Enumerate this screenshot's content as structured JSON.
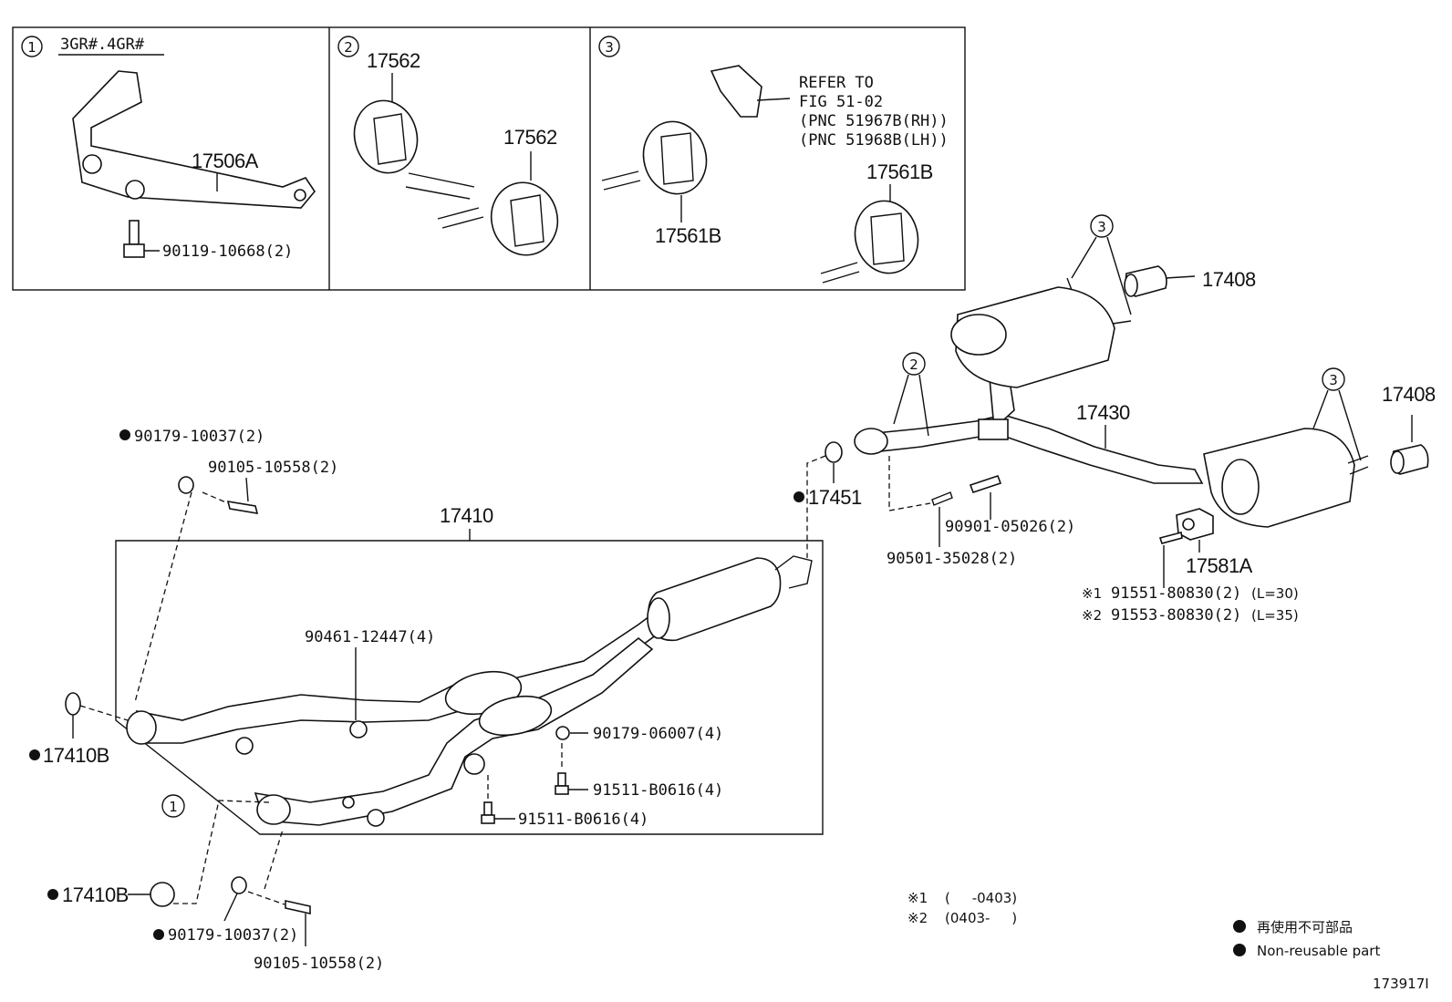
{
  "insets": [
    {
      "num": "1",
      "subtitle": "3GR#.4GR#",
      "parts": [
        "17506A",
        "90119-10668(2)"
      ]
    },
    {
      "num": "2",
      "parts": [
        "17562",
        "17562"
      ]
    },
    {
      "num": "3",
      "parts": [
        "17561B",
        "17561B"
      ],
      "refer": [
        "REFER TO",
        "FIG 51-02",
        "(PNC 51967B(RH))",
        "(PNC 51968B(LH))"
      ]
    }
  ],
  "main_labels": {
    "p17410": "17410",
    "p17410b_1": "17410B",
    "p17410b_2": "17410B",
    "p90179_10037_1": "90179-10037(2)",
    "p90179_10037_2": "90179-10037(2)",
    "p90105_1": "90105-10558(2)",
    "p90105_2": "90105-10558(2)",
    "p90461": "90461-12447(4)",
    "p90179_06007": "90179-06007(4)",
    "p91511_1": "91511-B0616(4)",
    "p91511_2": "91511-B0616(4)",
    "p17451": "17451",
    "p17430": "17430",
    "p17408_1": "17408",
    "p17408_2": "17408",
    "p90901": "90901-05026(2)",
    "p90501": "90501-35028(2)",
    "p17581a": "17581A",
    "p91551": "91551-80830(2)",
    "p91553": "91553-80830(2)",
    "l30": "(L=30)",
    "l35": "(L=35)",
    "mark1": "※1",
    "mark2": "※2",
    "callout1": "1",
    "callout2": "2",
    "callout3a": "3",
    "callout3b": "3"
  },
  "notes": {
    "n1_mark": "※1",
    "n1_text": "(     -0403)",
    "n2_mark": "※2",
    "n2_text": "(0403-     )"
  },
  "legend": {
    "jp": "再使用不可部品",
    "en": "Non-reusable part"
  },
  "figure_id": "173917I"
}
